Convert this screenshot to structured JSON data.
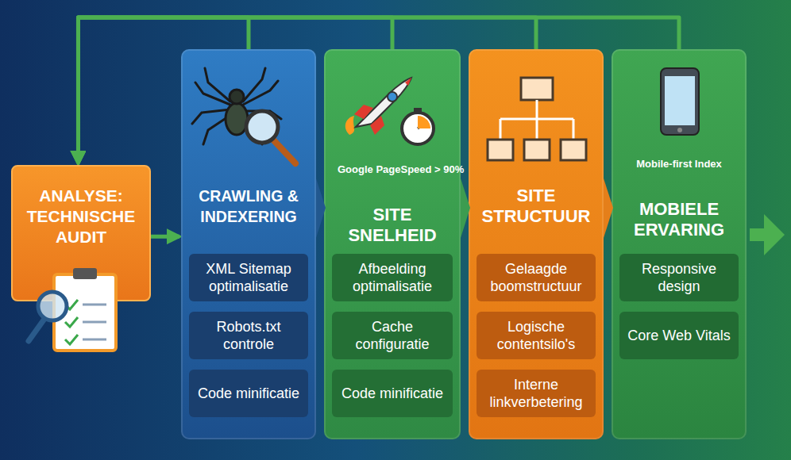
{
  "diagram": {
    "nodes": [
      {
        "text": [
          "ANALYSE: TECHNISCHE AUDIT"
        ]
      },
      {
        "text": [
          "CRAWLING & INDEXERING"
        ]
      },
      {
        "text": [
          "XML Sitemap optimalisatie"
        ],
        "in": 1
      },
      {
        "text": [
          "Robots.txt controle"
        ],
        "in": 1
      },
      {
        "text": [
          "Code minificatie"
        ],
        "in": 1
      },
      {
        "text": [
          "Google PageSpeed > 90%",
          "SITE SNELHEID"
        ]
      },
      {
        "text": [
          "Afbeelding optimalisatie"
        ],
        "in": 5
      },
      {
        "text": [
          "Cache configuratie"
        ],
        "in": 5
      },
      {
        "text": [
          "Code minificatie"
        ],
        "in": 5
      },
      {
        "text": [
          "SITE STRUCTUUR"
        ]
      },
      {
        "text": [
          "Gelaagde boomstructuur"
        ],
        "in": 9
      },
      {
        "text": [
          "Logische contentsilo's"
        ],
        "in": 9
      },
      {
        "text": [
          "Interne linkverbetering"
        ],
        "in": 9
      },
      {
        "text": [
          "Mobile-first Index",
          "MOBIELE ERVARING"
        ]
      },
      {
        "text": [
          "Responsive design"
        ],
        "in": 13
      },
      {
        "text": [
          "Core Web Vitals"
        ],
        "in": 13
      }
    ],
    "edges": [
      {
        "from": 0,
        "to": 1,
        "arrow": "to"
      },
      {
        "from": 1,
        "to": 0,
        "arrow": "to"
      },
      {
        "from": 5,
        "to": 0,
        "arrow": "to"
      },
      {
        "from": 9,
        "to": 0,
        "arrow": "to"
      },
      {
        "from": 13,
        "to": 0,
        "arrow": "to"
      }
    ]
  }
}
